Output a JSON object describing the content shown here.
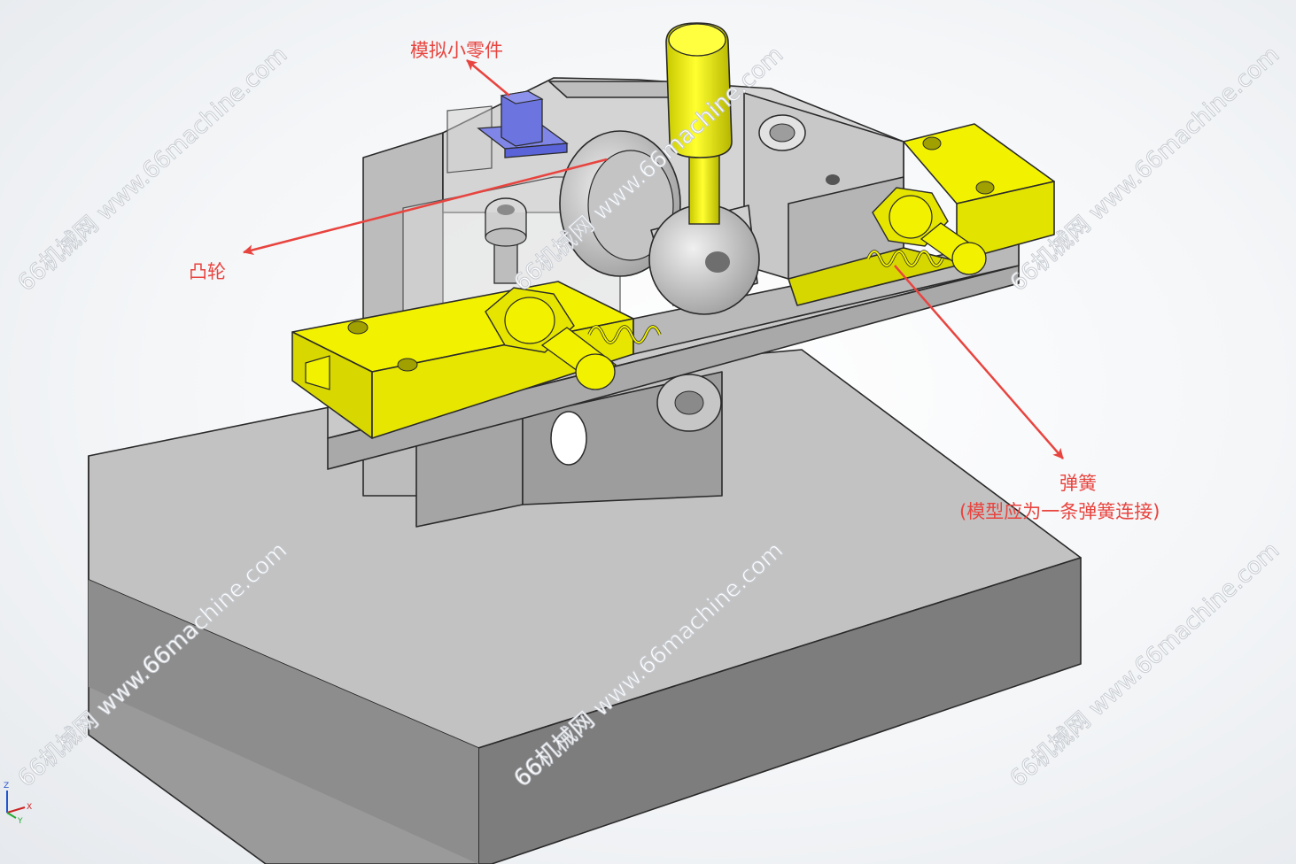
{
  "annotations": {
    "small_part": "模拟小零件",
    "cam": "凸轮",
    "spring": "弹簧",
    "spring_note": "(模型应为一条弹簧连接)"
  },
  "watermark": {
    "text": "66机械网 www.66machine.com"
  },
  "triad": {
    "x": "X",
    "y": "Y",
    "z": "Z"
  },
  "colors": {
    "annotation": "#e8443f",
    "yellow_part": "#f2f200",
    "gray_part": "#c9c9c9",
    "blue_part": "#5a64d8"
  }
}
